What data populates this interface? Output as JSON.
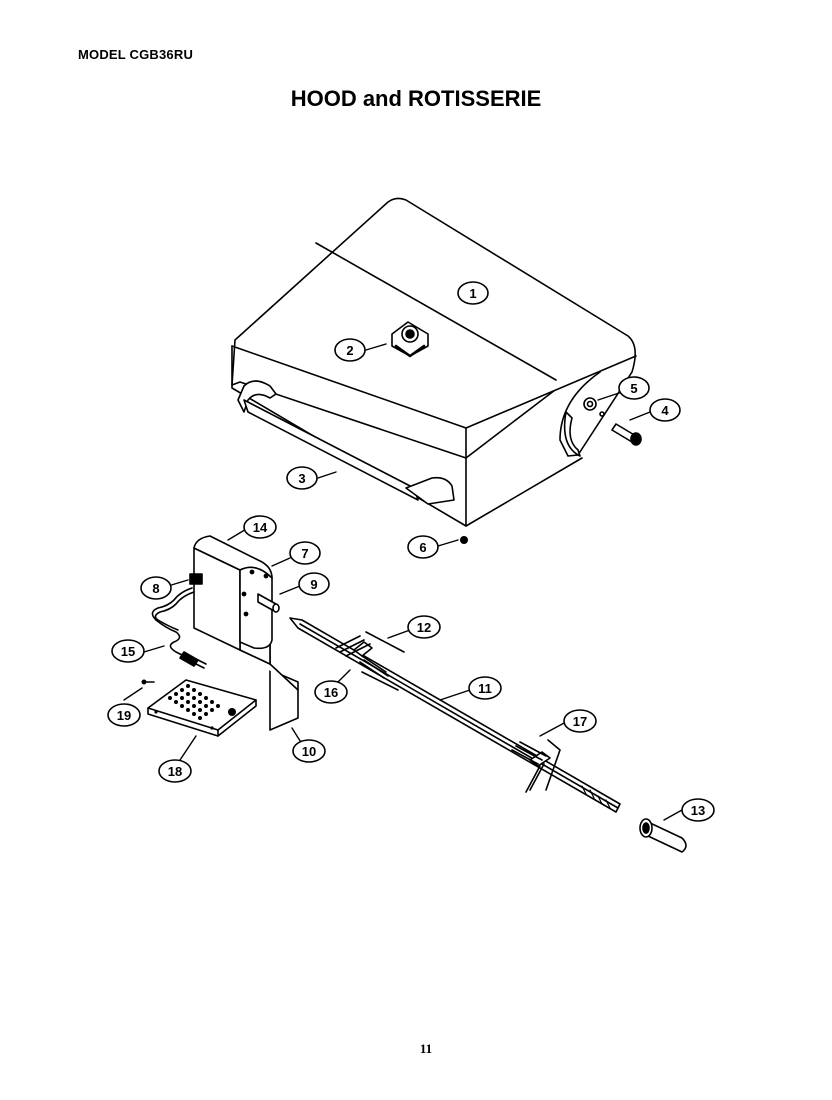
{
  "header": {
    "model": "MODEL CGB36RU",
    "title": "HOOD and ROTISSERIE"
  },
  "footer": {
    "page_number": "11"
  },
  "callouts": {
    "c1": "1",
    "c2": "2",
    "c3": "3",
    "c4": "4",
    "c5": "5",
    "c6": "6",
    "c7": "7",
    "c8": "8",
    "c9": "9",
    "c10": "10",
    "c11": "11",
    "c12": "12",
    "c13": "13",
    "c14": "14",
    "c15": "15",
    "c16": "16",
    "c17": "17",
    "c18": "18",
    "c19": "19"
  }
}
